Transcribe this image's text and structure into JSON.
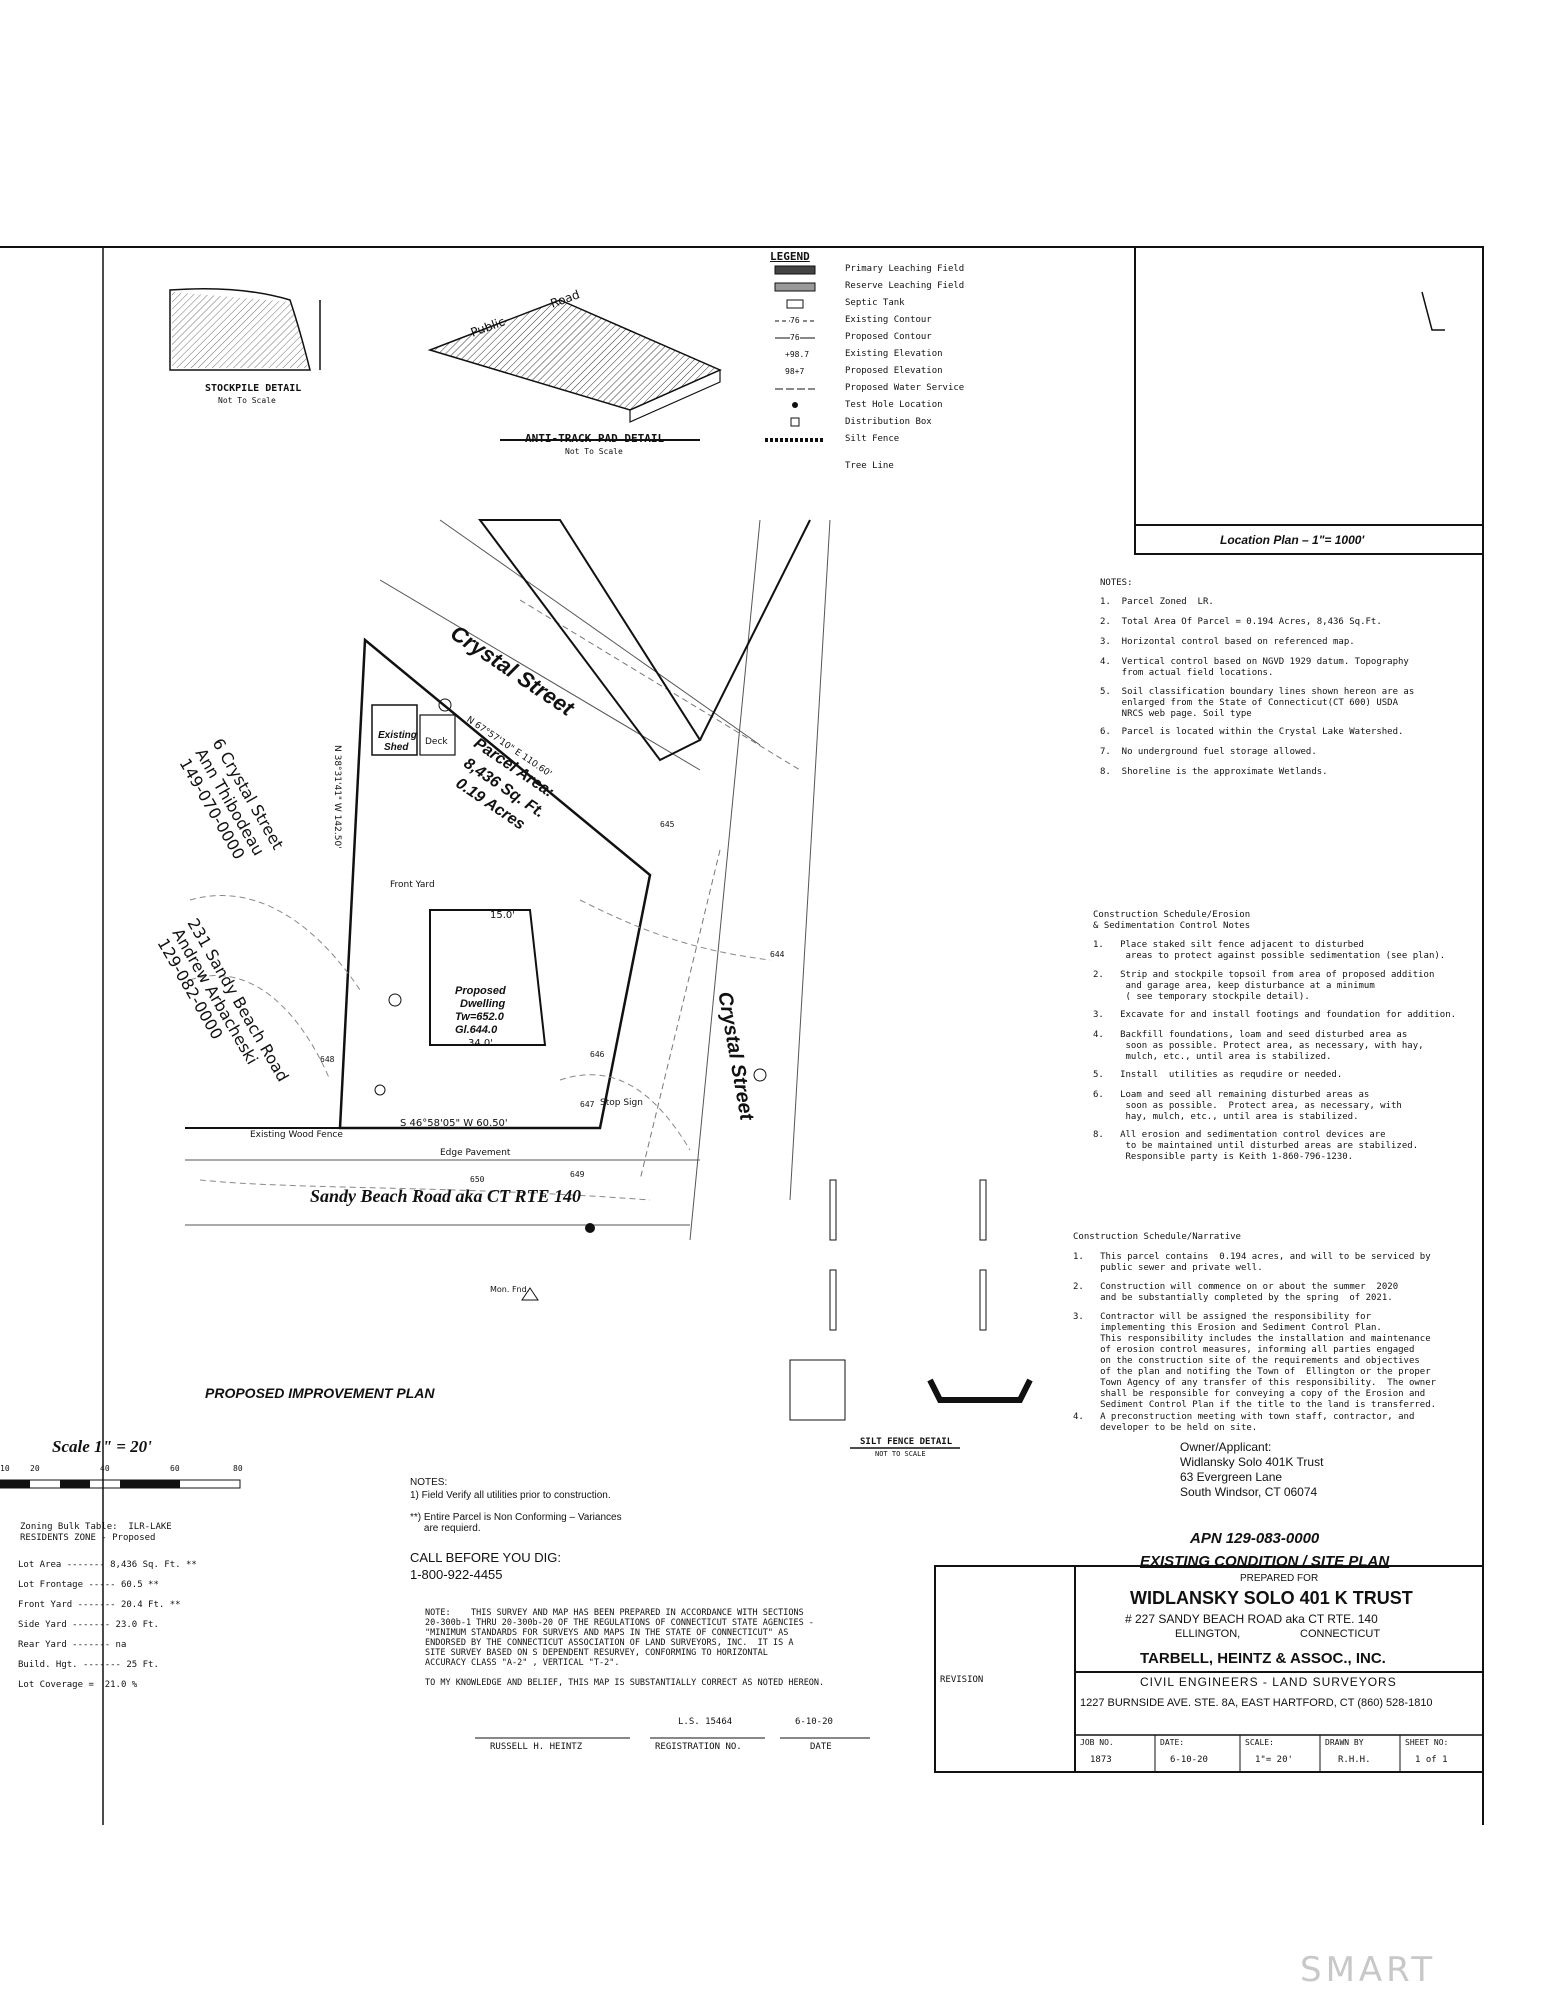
{
  "legend": {
    "title": "LEGEND",
    "items": [
      "Primary Leaching Field",
      "Reserve Leaching Field",
      "Septic Tank",
      "Existing Contour",
      "Proposed Contour",
      "Existing Elevation",
      "Proposed Elevation",
      "Proposed Water Service",
      "Test Hole Location",
      "Distribution Box",
      "Silt Fence",
      "Tree Line"
    ],
    "contour_existing_value": "76",
    "contour_proposed_value": "76",
    "elev_existing_value": "+98.7",
    "elev_proposed_value": "98+7"
  },
  "details": {
    "stockpile_title": "STOCKPILE DETAIL",
    "stockpile_sub": "Not To Scale",
    "antitrack_title": "ANTI-TRACK PAD DETAIL",
    "antitrack_sub": "Not To Scale",
    "public_road": "Public",
    "road": "Road",
    "silt_fence_title": "SILT FENCE DETAIL",
    "silt_fence_sub": "NOT TO SCALE"
  },
  "location_plan": {
    "label": "Location Plan  –  1\"= 1000'"
  },
  "notes_title": "NOTES:",
  "notes": [
    "1.  Parcel Zoned  LR.",
    "2.  Total Area Of Parcel = 0.194 Acres, 8,436 Sq.Ft.",
    "3.  Horizontal control based on referenced map.",
    "4.  Vertical control based on NGVD 1929 datum. Topography\n    from actual field locations.",
    "5.  Soil classification boundary lines shown hereon are as\n    enlarged from the State of Connecticut(CT 600) USDA\n    NRCS web page. Soil type",
    "6.  Parcel is located within the Crystal Lake Watershed.",
    "7.  No underground fuel storage allowed.",
    "8.  Shoreline is the approximate Wetlands."
  ],
  "erosion_title": "Construction Schedule/Erosion\n& Sedimentation Control Notes",
  "erosion_notes": [
    "1.   Place staked silt fence adjacent to disturbed\n      areas to protect against possible sedimentation (see plan).",
    "2.   Strip and stockpile topsoil from area of proposed addition\n      and garage area, keep disturbance at a minimum\n      ( see temporary stockpile detail).",
    "3.   Excavate for and install footings and foundation for addition.",
    "4.   Backfill foundations, loam and seed disturbed area as\n      soon as possible. Protect area, as necessary, with hay,\n      mulch, etc., until area is stabilized.",
    "5.   Install  utilities as requdire or needed.",
    "6.   Loam and seed all remaining disturbed areas as\n      soon as possible.  Protect area, as necessary, with\n      hay, mulch, etc., until area is stabilized.",
    "8.   All erosion and sedimentation control devices are\n      to be maintained until disturbed areas are stabilized.\n      Responsible party is Keith 1-860-796-1230."
  ],
  "narrative_title": "Construction Schedule/Narrative",
  "narrative_notes": [
    "1.   This parcel contains  0.194 acres, and will to be serviced by\n     public sewer and private well.",
    "2.   Construction will commence on or about the summer  2020\n     and be substantially completed by the spring  of 2021.",
    "3.   Contractor will be assigned the responsibility for\n     implementing this Erosion and Sediment Control Plan.\n     This responsibility includes the installation and maintenance\n     of erosion control measures, informing all parties engaged\n     on the construction site of the requirements and objectives\n     of the plan and notifing the Town of  Ellington or the proper\n     Town Agency of any transfer of this responsibility.  The owner\n     shall be responsible for conveying a copy of the Erosion and\n     Sediment Control Plan if the title to the land is transferred.",
    "4.   A preconstruction meeting with town staff, contractor, and\n     developer to be held on site."
  ],
  "owner": {
    "label": "Owner/Applicant:",
    "name": "Widlansky Solo 401K Trust",
    "address1": "63 Evergreen Lane",
    "address2": "South Windsor, CT 06074"
  },
  "apn": "APN 129-083-0000",
  "plan": {
    "title": "PROPOSED IMPROVEMENT PLAN",
    "scale_label": "Scale 1\" = 20'",
    "scale_ticks": [
      "10",
      "20",
      "40",
      "60",
      "80"
    ],
    "crystal_street": "Crystal Street",
    "sandy_beach": "Sandy Beach Road aka CT RTE 140",
    "parcel_area": "Parcel Area:",
    "parcel_sqft": "8,436 Sq. Ft.",
    "parcel_acres": "0.19 Acres",
    "neighbor1_a": "6 Crystal Street",
    "neighbor1_b": "Ann Thibodeau",
    "neighbor1_c": "149-070-0000",
    "neighbor2_a": "231 Sandy Beach Road",
    "neighbor2_b": "Andrew Arbacheski",
    "neighbor2_c": "129-082-0000",
    "dwelling_a": "Proposed",
    "dwelling_b": "Dwelling",
    "dwelling_c": "Tw=652.0",
    "dwelling_d": "Gl.644.0",
    "dim_34": "34.0'",
    "dim_15": "15.0'",
    "shed": "Existing",
    "shed2": "Shed",
    "deck": "Deck",
    "bearing_bottom": "S 46°58'05\" W 60.50'",
    "bearing_left": "N 38°31'41\" W 142.50'",
    "bearing_top": "N 67°57'10\" E 110.60'",
    "edge_pavement": "Edge Pavement",
    "existing_wood_fence": "Existing Wood Fence",
    "front_yard": "Front Yard",
    "stop_sign": "Stop Sign",
    "mon_fnd": "Mon. Fnd.",
    "contours": [
      "645",
      "646",
      "647",
      "648",
      "649",
      "650",
      "644"
    ]
  },
  "plan_notes": {
    "title": "NOTES:",
    "n1": "1) Field Verify all utilities prior to construction.",
    "n2": "**) Entire Parcel is Non Conforming – Variances\n     are requierd."
  },
  "call_before": {
    "line1": "CALL BEFORE YOU DIG:",
    "line2": "1-800-922-4455"
  },
  "zoning": {
    "title": "Zoning Bulk Table:  ILR-LAKE\nRESIDENTS ZONE - Proposed",
    "rows": [
      "Lot Area ------- 8,436 Sq. Ft. **",
      "Lot Frontage ----- 60.5 **",
      "Front Yard ------- 20.4 Ft. **",
      "Side Yard ------- 23.0 Ft.",
      "Rear Yard ------- na",
      "Build. Hgt. ------- 25 Ft.",
      "Lot Coverage =  21.0 %"
    ]
  },
  "survey_note": "NOTE:    THIS SURVEY AND MAP HAS BEEN PREPARED IN ACCORDANCE WITH SECTIONS\n20-300b-1 THRU 20-300b-20 OF THE REGULATIONS OF CONNECTICUT STATE AGENCIES -\n\"MINIMUM STANDARDS FOR SURVEYS AND MAPS IN THE STATE OF CONNECTICUT\" AS\nENDORSED BY THE CONNECTICUT ASSOCIATION OF LAND SURVEYORS, INC.  IT IS A\nSITE SURVEY BASED ON S DEPENDENT RESURVEY, CONFORMING TO HORIZONTAL\nACCURACY CLASS \"A-2\" , VERTICAL \"T-2\".",
  "knowledge_note": "TO MY KNOWLEDGE AND BELIEF, THIS MAP IS SUBSTANTIALLY CORRECT AS NOTED HEREON.",
  "signature": {
    "ls": "L.S. 15464",
    "date": "6-10-20",
    "name": "RUSSELL H. HEINTZ",
    "reg_label": "REGISTRATION NO.",
    "date_label": "DATE"
  },
  "title_block": {
    "revision": "REVISION",
    "title": "EXISTING CONDITION / SITE PLAN",
    "prepared_for": "PREPARED FOR",
    "client": "WIDLANSKY SOLO 401 K TRUST",
    "address": "# 227 SANDY BEACH ROAD aka CT RTE. 140",
    "town": "ELLINGTON,",
    "state": "CONNECTICUT",
    "firm": "TARBELL, HEINTZ & ASSOC., INC.",
    "firm_sub": "CIVIL ENGINEERS - LAND SURVEYORS",
    "firm_addr": "1227 BURNSIDE AVE. STE. 8A,  EAST HARTFORD, CT  (860) 528-1810",
    "job_no_label": "JOB NO.",
    "job_no": "1873",
    "date_label": "DATE:",
    "date": "6-10-20",
    "scale_label": "SCALE:",
    "scale": "1\"= 20'",
    "drawn_label": "DRAWN BY",
    "drawn": "R.H.H.",
    "sheet_label": "SHEET NO:",
    "sheet": "1 of 1"
  },
  "watermark": "SMART"
}
